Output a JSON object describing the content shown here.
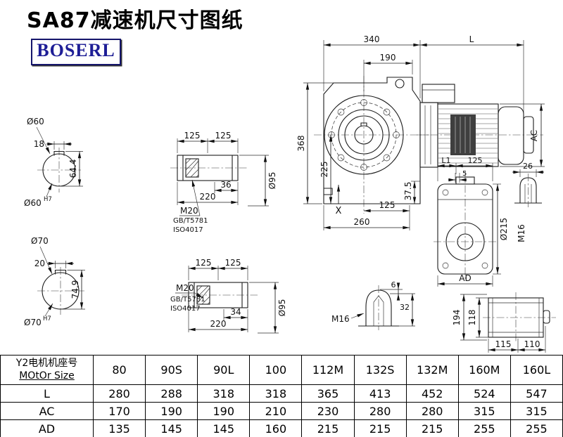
{
  "page": {
    "title": "SA87减速机尺寸图纸",
    "logo": "BOSERL"
  },
  "main_view": {
    "dim_340": "340",
    "dim_l": "L",
    "dim_190": "190",
    "dim_368": "368",
    "dim_225": "225",
    "dim_37_5": "37.5",
    "dim_125": "125",
    "dim_260": "260",
    "dim_ac": "AC",
    "mark_x": "X"
  },
  "side_view": {
    "dim_l1": "L1",
    "dim_125": "125",
    "dim_5": "5",
    "dim_d215": "Ø215",
    "dim_ad": "AD",
    "dim_26": "26",
    "tap_m16": "M16"
  },
  "shaft_upper": {
    "dim_125_1": "125",
    "dim_125_2": "125",
    "dim_36": "36",
    "dim_220": "220",
    "dim_d95": "Ø95",
    "bolt": "M20",
    "std_gb": "GB/T5781",
    "std_iso": "ISO4017"
  },
  "shaft_lower": {
    "dim_125_1": "125",
    "dim_125_2": "125",
    "dim_34": "34",
    "dim_220": "220",
    "dim_d95": "Ø95",
    "bolt": "M20",
    "std_gb": "GB/T5781",
    "std_iso": "ISO4017"
  },
  "bore_upper": {
    "label": "Ø60",
    "dim_18": "18",
    "dim_64_4": "64.4",
    "fit_base": "Ø60",
    "fit_sup": "H7"
  },
  "bore_lower": {
    "label": "Ø70",
    "dim_20": "20",
    "dim_74_9": "74.9",
    "fit_base": "Ø70",
    "fit_sup": "H7"
  },
  "boss_detail": {
    "dim_6": "6",
    "dim_32": "32",
    "tap_m16": "M16"
  },
  "end_view": {
    "dim_194": "194",
    "dim_118": "118",
    "dim_115": "115",
    "dim_110": "110"
  },
  "table": {
    "header_line1": "Y2电机机座号",
    "header_line2": "MOtOr Size",
    "columns": [
      "80",
      "90S",
      "90L",
      "100",
      "112M",
      "132S",
      "132M",
      "160M",
      "160L"
    ],
    "rows": [
      {
        "label": "L",
        "values": [
          "280",
          "288",
          "318",
          "318",
          "365",
          "413",
          "452",
          "524",
          "547"
        ]
      },
      {
        "label": "AC",
        "values": [
          "170",
          "190",
          "190",
          "210",
          "230",
          "280",
          "280",
          "315",
          "315"
        ]
      },
      {
        "label": "AD",
        "values": [
          "135",
          "145",
          "145",
          "160",
          "215",
          "215",
          "215",
          "255",
          "255"
        ]
      }
    ]
  }
}
